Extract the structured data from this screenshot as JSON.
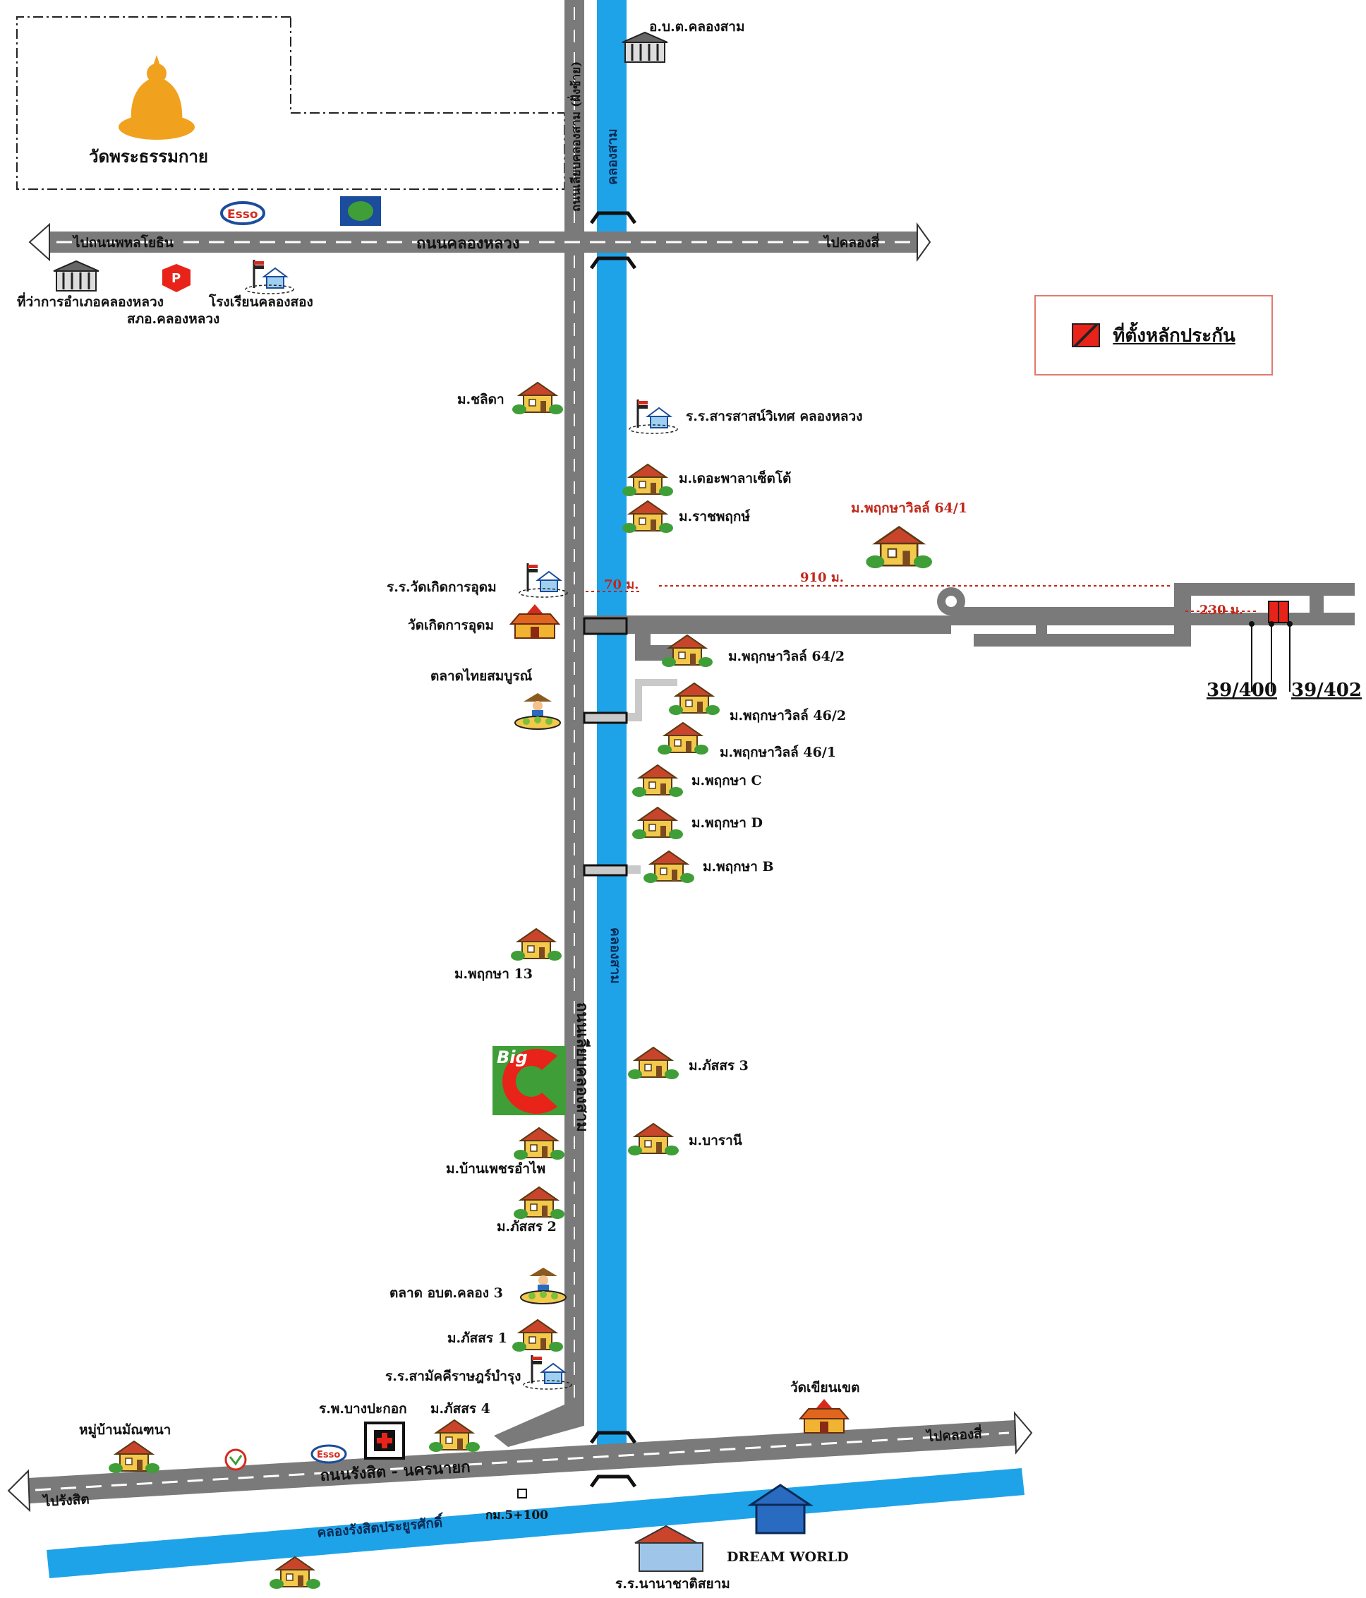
{
  "colors": {
    "road": "#7a7a7a",
    "road_dash": "#ffffff",
    "canal": "#1fa3e8",
    "label": "#111111",
    "accent_red": "#c0271a",
    "legend_swatch": "#e8231a"
  },
  "landmarks": {
    "temple_dhammakaya": "วัดพระธรรมกาย",
    "sao_khlong_sam": "อ.บ.ต.คลองสาม",
    "district_office": "ที่ว่าการอำเภอคลองหลวง",
    "police_station": "สภอ.คลองหลวง",
    "school_khlong_song": "โรงเรียนคลองสอง",
    "school_sarasas": "ร.ร.สารสาสน์วิเทศ คลองหลวง",
    "school_wat_koet": "ร.ร.วัดเกิดการอุดม",
    "temple_koet": "วัดเกิดการอุดม",
    "market_thai_somboon": "ตลาดไทยสมบูรณ์",
    "market_obt": "ตลาด อบต.คลอง 3",
    "school_samakkhi": "ร.ร.สามัคคีราษฎร์บำรุง",
    "hospital_bangpakok": "ร.พ.บางปะกอก",
    "temple_khian_khet": "วัดเขียนเขต",
    "village_manthana": "หมู่บ้านมัณฑนา",
    "school_nanachart": "ร.ร.นานาชาติสยาม",
    "dreamworld": "DREAM WORLD",
    "km_marker": "กม.5+100",
    "bigc_text": "Big",
    "esso_text": "Esso"
  },
  "villages": {
    "chalida": "ม.ชลิดา",
    "the_palazzo": "ม.เดอะพาลาเซ็ตโต้",
    "ratchaphruek": "ม.ราชพฤกษ์",
    "pruksa_641": "ม.พฤกษาวิลล์ 64/1",
    "pruksa_642": "ม.พฤกษาวิลล์ 64/2",
    "pruksa_462": "ม.พฤกษาวิลล์ 46/2",
    "pruksa_461": "ม.พฤกษาวิลล์ 46/1",
    "pruksa_c": "ม.พฤกษา C",
    "pruksa_d": "ม.พฤกษา D",
    "pruksa_b": "ม.พฤกษา B",
    "pruksa_13": "ม.พฤกษา 13",
    "passorn_3": "ม.ภัสสร 3",
    "baranee": "ม.บารานี",
    "ban_phet": "ม.บ้านเพชรอำไพ",
    "passorn_2": "ม.ภัสสร 2",
    "passorn_1": "ม.ภัสสร 1",
    "passorn_4": "ม.ภัสสร 4"
  },
  "roads": {
    "khlong_luang": "ถนนคลองหลวง",
    "to_phahon": "ไปถนนพหลโยธิน",
    "to_khlong_si_top": "ไปคลองสี่",
    "rangsit_nakhon_nayok": "ถนนรังสิต - นครนายก",
    "to_rangsit": "ไปรังสิต",
    "to_khlong_si_bottom": "ไปคลองสี่",
    "canal_road_top": "ถนนเลียบคลองสาม (ฝั่งซ้าย)",
    "canal_road_mid": "ถนนเลียบคลองสาม"
  },
  "canals": {
    "khlong_sam_top": "คลองสาม",
    "khlong_sam_mid": "คลองสาม",
    "rangsit_prayoon": "คลองรังสิตประยูรศักดิ์"
  },
  "distances": {
    "d70": "70 ม.",
    "d910": "910 ม.",
    "d230": "230 ม."
  },
  "plots": {
    "plot_a": "39/400",
    "plot_b": "39/402"
  },
  "legend": {
    "label": "ที่ตั้งหลักประกัน"
  }
}
